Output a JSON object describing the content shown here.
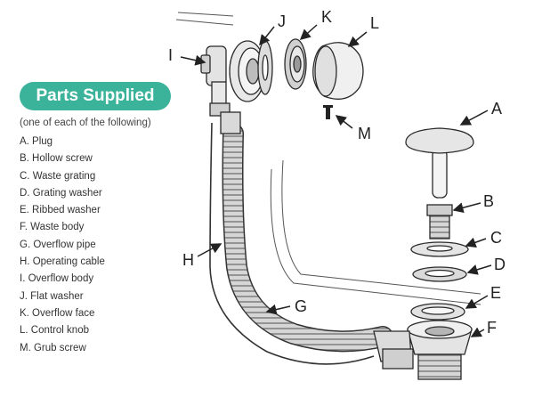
{
  "legend": {
    "title": "Parts Supplied",
    "subtitle": "(one of each of the following)",
    "badge_color": "#3bb39a",
    "items": [
      {
        "letter": "A",
        "text": "A. Plug"
      },
      {
        "letter": "B",
        "text": "B. Hollow screw"
      },
      {
        "letter": "C",
        "text": "C. Waste grating"
      },
      {
        "letter": "D",
        "text": "D. Grating washer"
      },
      {
        "letter": "E",
        "text": "E. Ribbed washer"
      },
      {
        "letter": "F",
        "text": "F.  Waste body"
      },
      {
        "letter": "G",
        "text": "G. Overflow pipe"
      },
      {
        "letter": "H",
        "text": "H. Operating cable"
      },
      {
        "letter": "I",
        "text": "I.  Overflow body"
      },
      {
        "letter": "J",
        "text": "J.  Flat washer"
      },
      {
        "letter": "K",
        "text": "K. Overflow face"
      },
      {
        "letter": "L",
        "text": "L.  Control knob"
      },
      {
        "letter": "M",
        "text": "M. Grub screw"
      }
    ]
  },
  "callouts": {
    "a": "A",
    "b": "B",
    "c": "C",
    "d": "D",
    "e": "E",
    "f": "F",
    "g": "G",
    "h": "H",
    "i": "I",
    "j": "J",
    "k": "K",
    "l": "L",
    "m": "M"
  },
  "colors": {
    "line": "#2a2a2a",
    "fill_light": "#f1f1f1",
    "fill_mid": "#d9d9d9",
    "fill_dark": "#9a9a9a"
  }
}
